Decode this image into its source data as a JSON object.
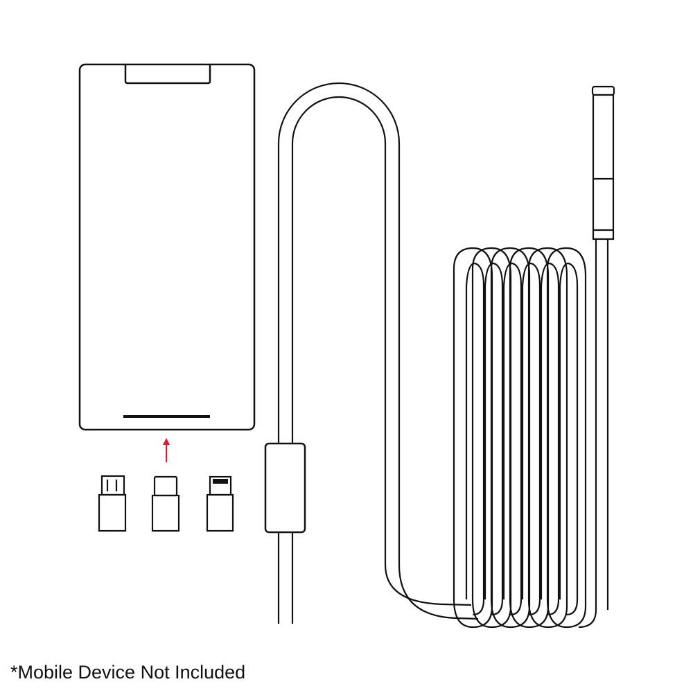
{
  "caption": "*Mobile Device Not Included",
  "colors": {
    "line": "#111111",
    "arrow": "#e0182d"
  },
  "connectors": [
    "micro-usb",
    "usb-c",
    "lightning"
  ],
  "coil_loops": 6
}
